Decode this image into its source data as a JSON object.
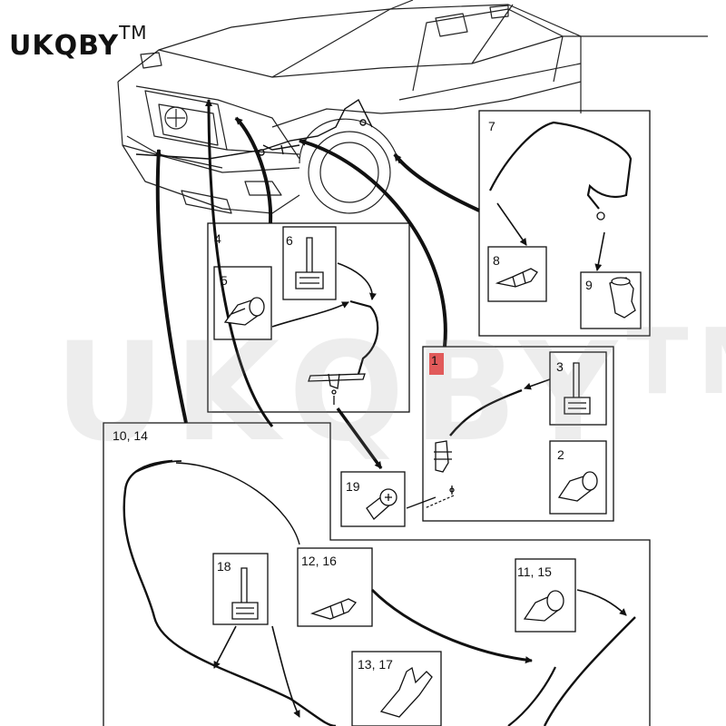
{
  "brand": {
    "name": "UKQBY",
    "mark": "TM"
  },
  "watermark": {
    "text": "UKQBY",
    "mark": "TM"
  },
  "highlight_color": "#e05050",
  "callouts": {
    "c1": "1",
    "c2": "2",
    "c3": "3",
    "c4": "4",
    "c5": "5",
    "c6": "6",
    "c7": "7",
    "c8": "8",
    "c9": "9",
    "c10_14": "10, 14",
    "c11_15": "11, 15",
    "c12_16": "12, 16",
    "c13_17": "13, 17",
    "c18": "18",
    "c19": "19"
  }
}
